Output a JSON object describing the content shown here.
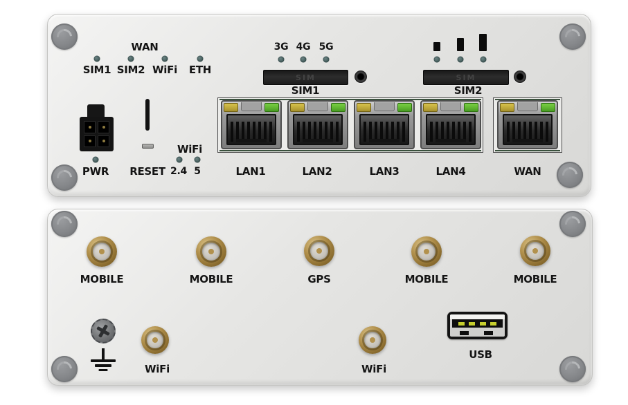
{
  "front": {
    "wan_group_label": "WAN",
    "status_leds": [
      {
        "label": "SIM1"
      },
      {
        "label": "SIM2"
      },
      {
        "label": "WiFi"
      },
      {
        "label": "ETH"
      }
    ],
    "pwr_label": "PWR",
    "reset_label": "RESET",
    "wifi_group_label": "WiFi",
    "wifi_band_leds": [
      {
        "label": "2.4"
      },
      {
        "label": "5"
      }
    ],
    "network_leds": [
      {
        "label": "3G"
      },
      {
        "label": "4G"
      },
      {
        "label": "5G"
      }
    ],
    "sim1": {
      "label": "SIM1",
      "slot_text": "SIM"
    },
    "sim2": {
      "label": "SIM2",
      "slot_text": "SIM",
      "signal_bars": 3
    },
    "lan_ports": [
      {
        "label": "LAN1"
      },
      {
        "label": "LAN2"
      },
      {
        "label": "LAN3"
      },
      {
        "label": "LAN4"
      }
    ],
    "wan_port_label": "WAN"
  },
  "rear": {
    "antennas": [
      {
        "label": "MOBILE"
      },
      {
        "label": "MOBILE"
      },
      {
        "label": "GPS"
      },
      {
        "label": "MOBILE"
      },
      {
        "label": "MOBILE"
      }
    ],
    "wifi_antennas": [
      {
        "label": "WiFi"
      },
      {
        "label": "WiFi"
      }
    ],
    "usb_label": "USB"
  },
  "colors": {
    "panel_light": "#f4f4f3",
    "panel_dark": "#d8d8d6",
    "status_led": "#47605f",
    "port_led_yellow": "#c9b23a",
    "port_led_green": "#5fb82e",
    "brass": "#b2914d",
    "label_text": "#141414"
  }
}
